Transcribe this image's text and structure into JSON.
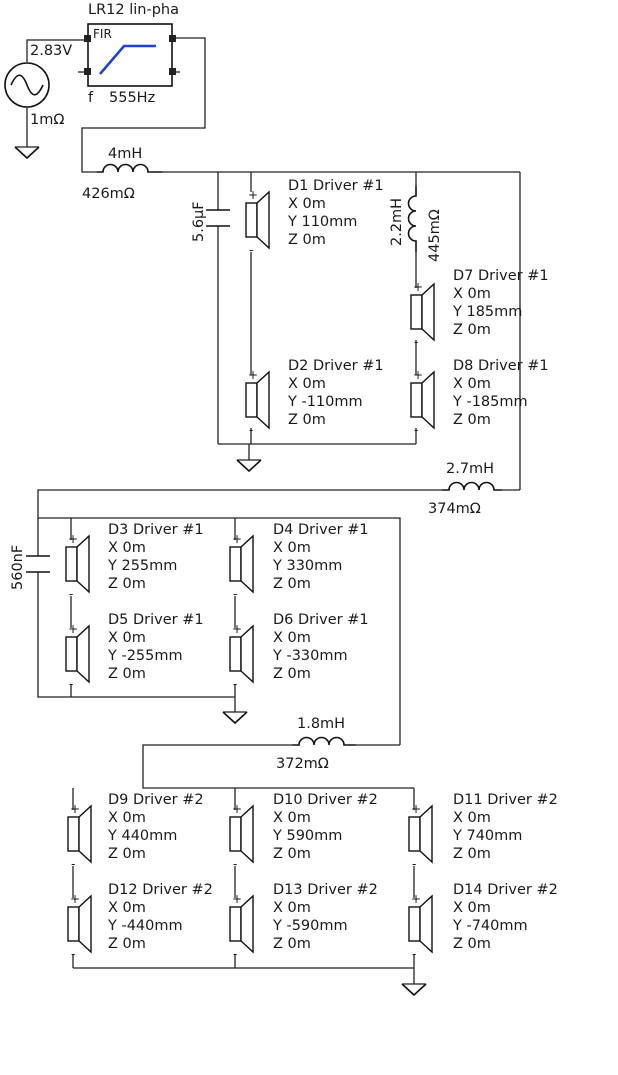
{
  "source": {
    "voltage": "2.83V",
    "resistance": "1mΩ"
  },
  "filter": {
    "title": "LR12 lin-pha",
    "type_label": "FIR",
    "freq_prefix": "f",
    "freq": "555Hz"
  },
  "inductors": {
    "L1": {
      "value": "4mH",
      "dcr": "426mΩ"
    },
    "L2": {
      "value": "2.2mH",
      "dcr": "445mΩ"
    },
    "L3": {
      "value": "2.7mH",
      "dcr": "374mΩ"
    },
    "L4": {
      "value": "1.8mH",
      "dcr": "372mΩ"
    }
  },
  "capacitors": {
    "C1": {
      "value": "5.6µF"
    },
    "C2": {
      "value": "560nF"
    }
  },
  "drivers": [
    {
      "id": "D1",
      "name": "D1 Driver #1",
      "x": "X 0m",
      "y": "Y 110mm",
      "z": "Z 0m"
    },
    {
      "id": "D2",
      "name": "D2 Driver #1",
      "x": "X 0m",
      "y": "Y -110mm",
      "z": "Z 0m"
    },
    {
      "id": "D7",
      "name": "D7 Driver #1",
      "x": "X 0m",
      "y": "Y 185mm",
      "z": "Z 0m"
    },
    {
      "id": "D8",
      "name": "D8 Driver #1",
      "x": "X 0m",
      "y": "Y -185mm",
      "z": "Z 0m"
    },
    {
      "id": "D3",
      "name": "D3 Driver #1",
      "x": "X 0m",
      "y": "Y 255mm",
      "z": "Z 0m"
    },
    {
      "id": "D4",
      "name": "D4 Driver #1",
      "x": "X 0m",
      "y": "Y 330mm",
      "z": "Z 0m"
    },
    {
      "id": "D5",
      "name": "D5 Driver #1",
      "x": "X 0m",
      "y": "Y -255mm",
      "z": "Z 0m"
    },
    {
      "id": "D6",
      "name": "D6 Driver #1",
      "x": "X 0m",
      "y": "Y -330mm",
      "z": "Z 0m"
    },
    {
      "id": "D9",
      "name": "D9 Driver #2",
      "x": "X 0m",
      "y": "Y 440mm",
      "z": "Z 0m"
    },
    {
      "id": "D10",
      "name": "D10 Driver #2",
      "x": "X 0m",
      "y": "Y 590mm",
      "z": "Z 0m"
    },
    {
      "id": "D11",
      "name": "D11 Driver #2",
      "x": "X 0m",
      "y": "Y 740mm",
      "z": "Z 0m"
    },
    {
      "id": "D12",
      "name": "D12 Driver #2",
      "x": "X 0m",
      "y": "Y -440mm",
      "z": "Z 0m"
    },
    {
      "id": "D13",
      "name": "D13 Driver #2",
      "x": "X 0m",
      "y": "Y -590mm",
      "z": "Z 0m"
    },
    {
      "id": "D14",
      "name": "D14 Driver #2",
      "x": "X 0m",
      "y": "Y -740mm",
      "z": "Z 0m"
    }
  ],
  "polarity": {
    "plus": "+",
    "minus": "-"
  },
  "colors": {
    "wire": "#222222",
    "fir_curve": "#1f3fd6",
    "background": "#ffffff"
  }
}
